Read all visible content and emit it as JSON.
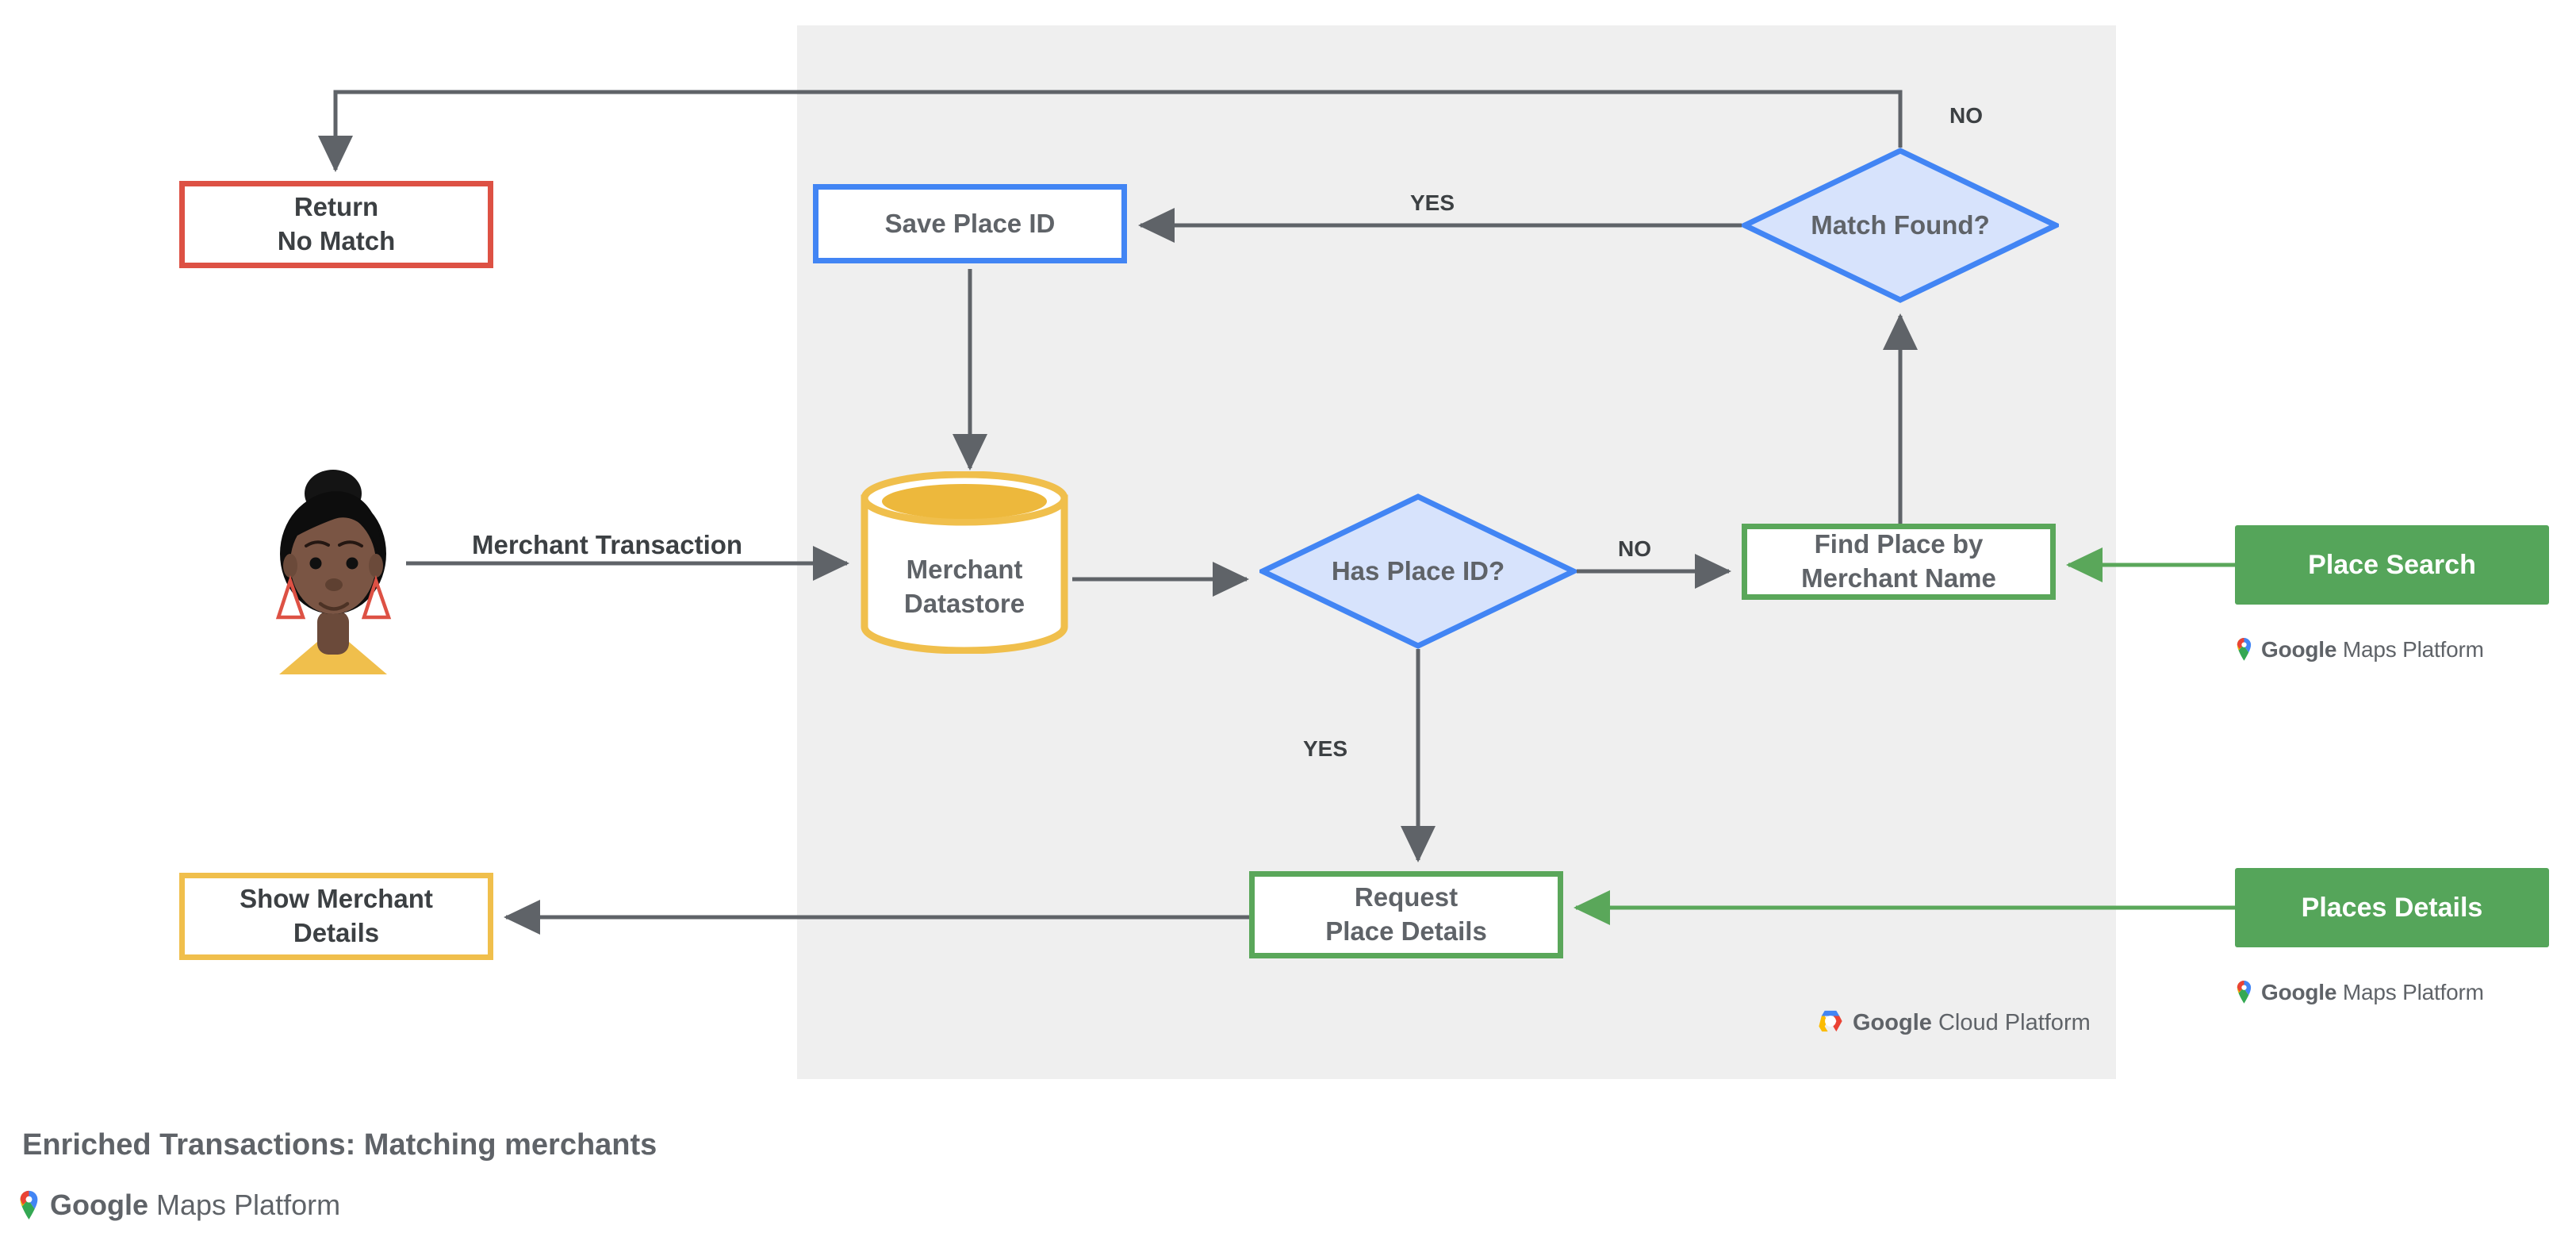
{
  "diagram": {
    "caption": "Enriched Transactions: Matching merchants",
    "panel_label": "google-cloud-platform-region",
    "colors": {
      "panel_bg": "#efefef",
      "red": "#dd5144",
      "blue": "#4285f4",
      "blue_fill": "#d7e3fc",
      "yellow": "#f0bf4c",
      "green": "#5aa75a",
      "green_fill": "#55a55a",
      "line": "#5f6368",
      "text": "#5f6368"
    }
  },
  "nodes": {
    "return_no_match": {
      "line1": "Return",
      "line2": "No Match"
    },
    "show_merchant_details": {
      "line1": "Show Merchant",
      "line2": "Details"
    },
    "save_place_id": {
      "line1": "Save Place ID"
    },
    "merchant_datastore": {
      "line1": "Merchant",
      "line2": "Datastore"
    },
    "has_place_id": {
      "line1": "Has",
      "line2": "Place ID?"
    },
    "match_found": {
      "line1": "Match",
      "line2": "Found?"
    },
    "find_place_by_merchant_name": {
      "line1": "Find Place by",
      "line2": "Merchant Name"
    },
    "request_place_details": {
      "line1": "Request",
      "line2": "Place Details"
    },
    "place_search": {
      "line1": "Place Search"
    },
    "places_details": {
      "line1": "Places Details"
    }
  },
  "edges": {
    "merchant_transaction": "Merchant Transaction",
    "yes_match_found": "YES",
    "no_match_found": "NO",
    "no_has_place_id": "NO",
    "yes_has_place_id": "YES"
  },
  "logos": {
    "gmp_brand": "Google",
    "gmp_product": "Maps Platform",
    "gcp_brand": "Google",
    "gcp_product": "Cloud Platform"
  }
}
